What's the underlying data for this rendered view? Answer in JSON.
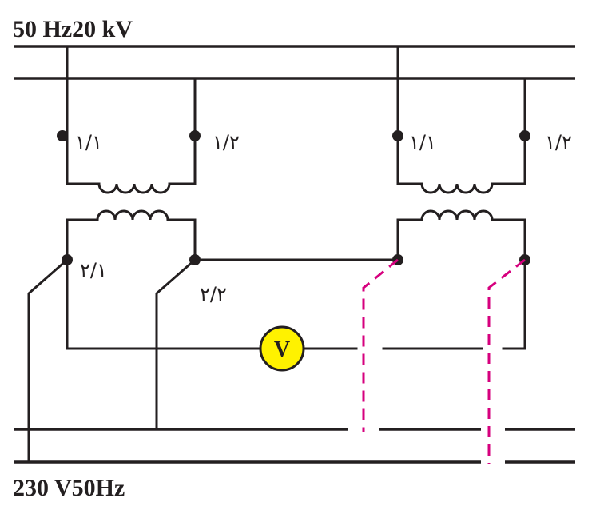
{
  "labels": {
    "hv_bus": "50 Hz20 kV",
    "lv_bus": "230 V50Hz",
    "meter": "V"
  },
  "terminals": {
    "left_primary_1": "۱/۱",
    "left_primary_2": "۱/۲",
    "right_primary_1": "۱/۱",
    "right_primary_2": "۱/۲",
    "left_secondary_1": "۲/۱",
    "left_secondary_2": "۲/۲"
  },
  "colors": {
    "wire": "#231f20",
    "voltmeter_fill": "#fff200",
    "dashed_connection": "#d6007e"
  }
}
